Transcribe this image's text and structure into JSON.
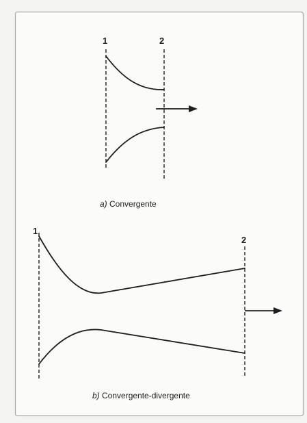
{
  "diagram_a": {
    "station_in": "1",
    "station_out": "2",
    "caption_tag": "a)",
    "caption_text": "Convergente"
  },
  "diagram_b": {
    "station_in": "1",
    "station_out": "2",
    "caption_tag": "b)",
    "caption_text": "Convergente-divergente"
  }
}
